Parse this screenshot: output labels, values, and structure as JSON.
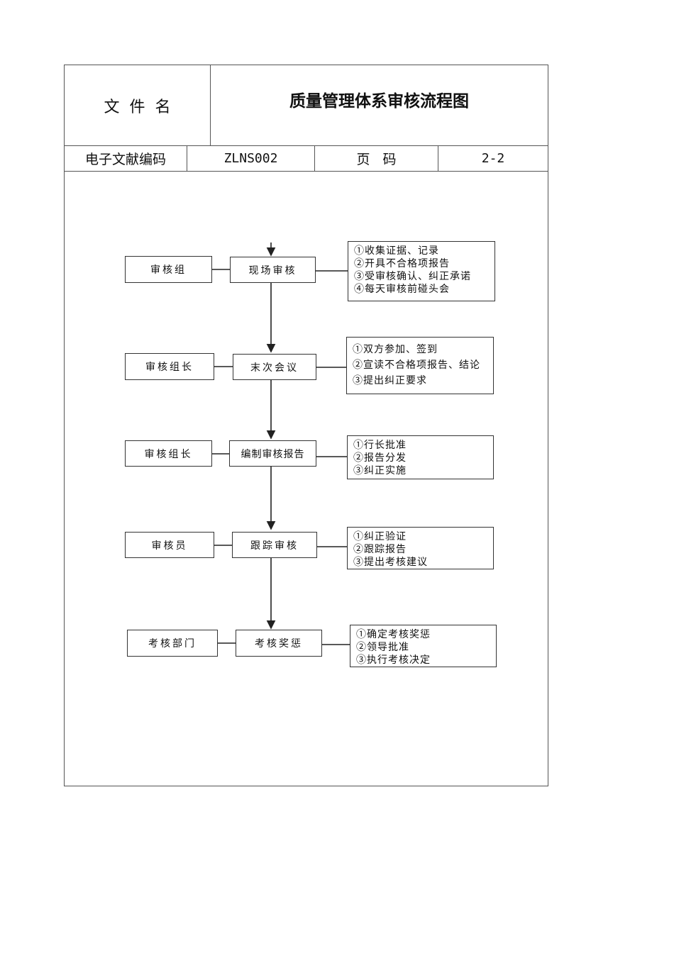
{
  "header": {
    "name_label": "文件名",
    "title": "质量管理体系审核流程图",
    "code_label": "电子文献编码",
    "code_value": "ZLNS002",
    "page_label": "页码",
    "page_value": "2-2"
  },
  "flow": {
    "roles": [
      "审核组",
      "审核组长",
      "审核组长",
      "审核员",
      "考核部门"
    ],
    "steps": [
      "现场审核",
      "末次会议",
      "编制审核报告",
      "跟踪审核",
      "考核奖惩"
    ],
    "notes": [
      [
        "①收集证据、记录",
        "②开具不合格项报告",
        "③受审核确认、纠正承诺",
        "④每天审核前碰头会"
      ],
      [
        "①双方参加、签到",
        "②宣读不合格项报告、结论",
        "③提出纠正要求"
      ],
      [
        "①行长批准",
        "②报告分发",
        "③纠正实施"
      ],
      [
        "①纠正验证",
        "②跟踪报告",
        "③提出考核建议"
      ],
      [
        "①确定考核奖惩",
        "②领导批准",
        "③执行考核决定"
      ]
    ]
  }
}
